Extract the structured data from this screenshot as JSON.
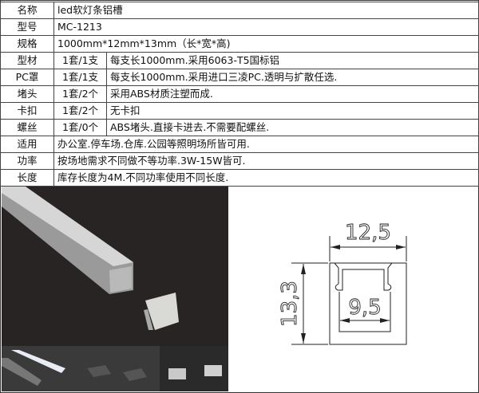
{
  "spec_rows": [
    {
      "label": "名称",
      "value": "led软灯条铝槽"
    },
    {
      "label": "型号",
      "value": "MC-1213"
    },
    {
      "label": "规格",
      "value": "1000mm*12mm*13mm（长*宽*高)"
    },
    {
      "label": "型材",
      "qty": "1套/1支",
      "value": "每支长1000mm.采用6063-T5国标铝"
    },
    {
      "label": "PC罩",
      "qty": "1套/1支",
      "value": "每支长1000mm.采用进口三凌PC.透明与扩散任选."
    },
    {
      "label": "堵头",
      "qty": "1套/2个",
      "value": "采用ABS材质注塑而成."
    },
    {
      "label": "卡扣",
      "qty": "1套/2个",
      "value": "无卡扣"
    },
    {
      "label": "螺丝",
      "qty": "1套/0个",
      "value": "ABS堵头.直接卡进去.不需要配螺丝."
    },
    {
      "label": "适用",
      "value": "办公室.停车场.仓库.公园等照明场所皆可用."
    },
    {
      "label": "功率",
      "value": "按场地需求不同做不等功率.3W-15W皆可."
    },
    {
      "label": "长度",
      "value": "库存长度为4M.不同功率使用不同长度."
    }
  ],
  "drawing": {
    "width_label": "12,5",
    "height_label": "13,3",
    "inner_label": "9,5"
  }
}
